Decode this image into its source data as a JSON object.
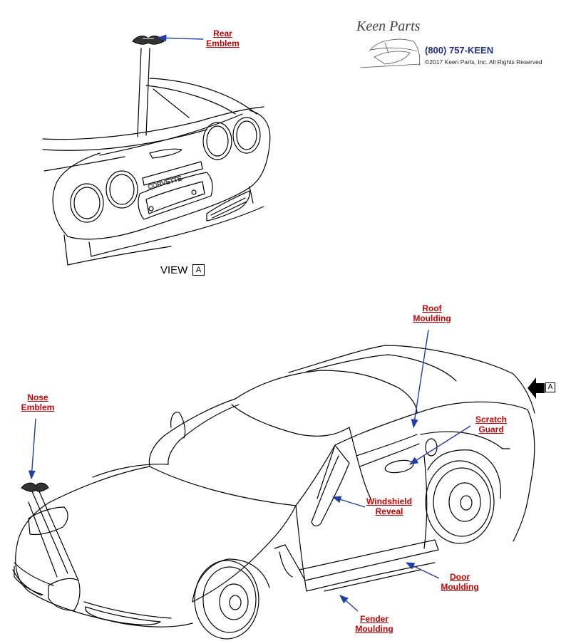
{
  "brand": {
    "logo_text": "Keen Parts",
    "phone": "(800) 757-KEEN",
    "copyright": "©2017 Keen Parts, Inc. All Rights Reserved"
  },
  "view": {
    "label": "VIEW",
    "letter": "A"
  },
  "direction_marker": {
    "letter": "A"
  },
  "plate_text": "CORVETTE",
  "parts": [
    {
      "id": "rear-emblem",
      "lines": [
        "Rear",
        "Emblem"
      ]
    },
    {
      "id": "roof-moulding",
      "lines": [
        "Roof",
        "Moulding"
      ]
    },
    {
      "id": "scratch-guard",
      "lines": [
        "Scratch",
        "Guard"
      ]
    },
    {
      "id": "windshield-reveal",
      "lines": [
        "Windshield",
        "Reveal"
      ]
    },
    {
      "id": "door-moulding",
      "lines": [
        "Door",
        "Moulding"
      ]
    },
    {
      "id": "fender-moulding",
      "lines": [
        "Fender",
        "Moulding"
      ]
    },
    {
      "id": "nose-emblem",
      "lines": [
        "Nose",
        "Emblem"
      ]
    }
  ],
  "colors": {
    "label": "#cc0000",
    "arrow": "#1f3fa8",
    "phone": "#1f2f8f",
    "line": "#000000"
  }
}
